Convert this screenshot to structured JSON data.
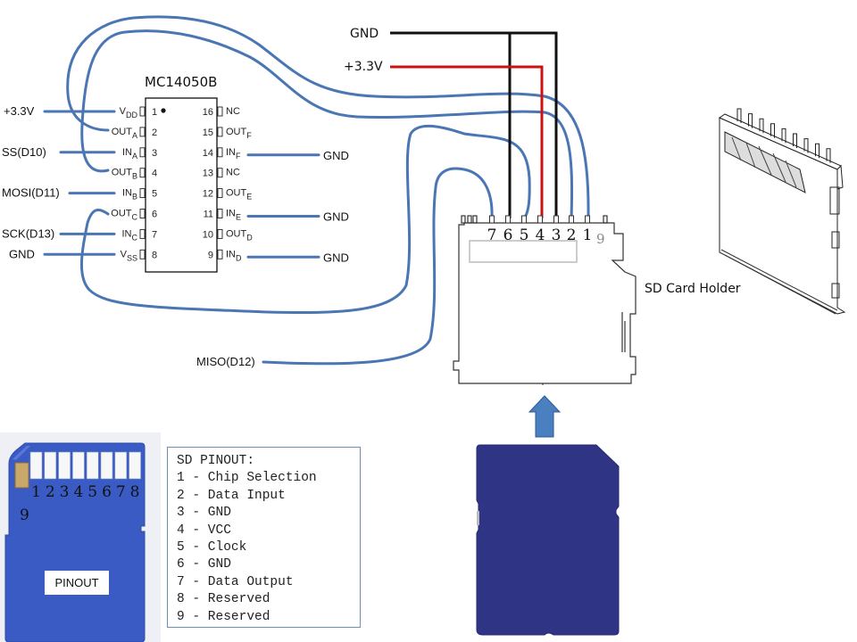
{
  "ic": {
    "name": "MC14050B",
    "left_pins": [
      {
        "num": "1",
        "label": "V",
        "sub": "DD",
        "net": "+3.3V"
      },
      {
        "num": "2",
        "label": "OUT",
        "sub": "A",
        "net": ""
      },
      {
        "num": "3",
        "label": "IN",
        "sub": "A",
        "net": "SS(D10)"
      },
      {
        "num": "4",
        "label": "OUT",
        "sub": "B",
        "net": ""
      },
      {
        "num": "5",
        "label": "IN",
        "sub": "B",
        "net": "MOSI(D11)"
      },
      {
        "num": "6",
        "label": "OUT",
        "sub": "C",
        "net": ""
      },
      {
        "num": "7",
        "label": "IN",
        "sub": "C",
        "net": "SCK(D13)"
      },
      {
        "num": "8",
        "label": "V",
        "sub": "SS",
        "net": "GND"
      }
    ],
    "right_pins": [
      {
        "num": "16",
        "label": "NC",
        "sub": "",
        "net": ""
      },
      {
        "num": "15",
        "label": "OUT",
        "sub": "F",
        "net": ""
      },
      {
        "num": "14",
        "label": "IN",
        "sub": "F",
        "net": "GND"
      },
      {
        "num": "13",
        "label": "NC",
        "sub": "",
        "net": ""
      },
      {
        "num": "12",
        "label": "OUT",
        "sub": "E",
        "net": ""
      },
      {
        "num": "11",
        "label": "IN",
        "sub": "E",
        "net": "GND"
      },
      {
        "num": "10",
        "label": "OUT",
        "sub": "D",
        "net": ""
      },
      {
        "num": "9",
        "label": "IN",
        "sub": "D",
        "net": "GND"
      }
    ]
  },
  "power": {
    "gnd_label": "GND",
    "vcc_label": "+3.3V"
  },
  "miso_label": "MISO(D12)",
  "holder": {
    "pin_numbers": [
      "7",
      "6",
      "5",
      "4",
      "3",
      "2",
      "1"
    ],
    "pin9": "9",
    "label": "SD Card Holder"
  },
  "card_photo": {
    "pin_numbers": [
      "1",
      "2",
      "3",
      "4",
      "5",
      "6",
      "7",
      "8"
    ],
    "pin9": "9",
    "label": "PINOUT"
  },
  "pinout": {
    "title": "SD PINOUT:",
    "lines": [
      "1 - Chip Selection",
      "2 - Data Input",
      "3 - GND",
      "4 - VCC",
      "5 - Clock",
      "6 - GND",
      "7 - Data Output",
      "8 - Reserved",
      "9 - Reserved"
    ]
  },
  "colors": {
    "wire_blue": "#4a76b4",
    "wire_black": "#111111",
    "wire_red": "#cc1111",
    "sd_card_blue": "#2f3484",
    "card_photo_blue": "#3b5bc4",
    "arrow_blue": "#4a7fc0"
  }
}
